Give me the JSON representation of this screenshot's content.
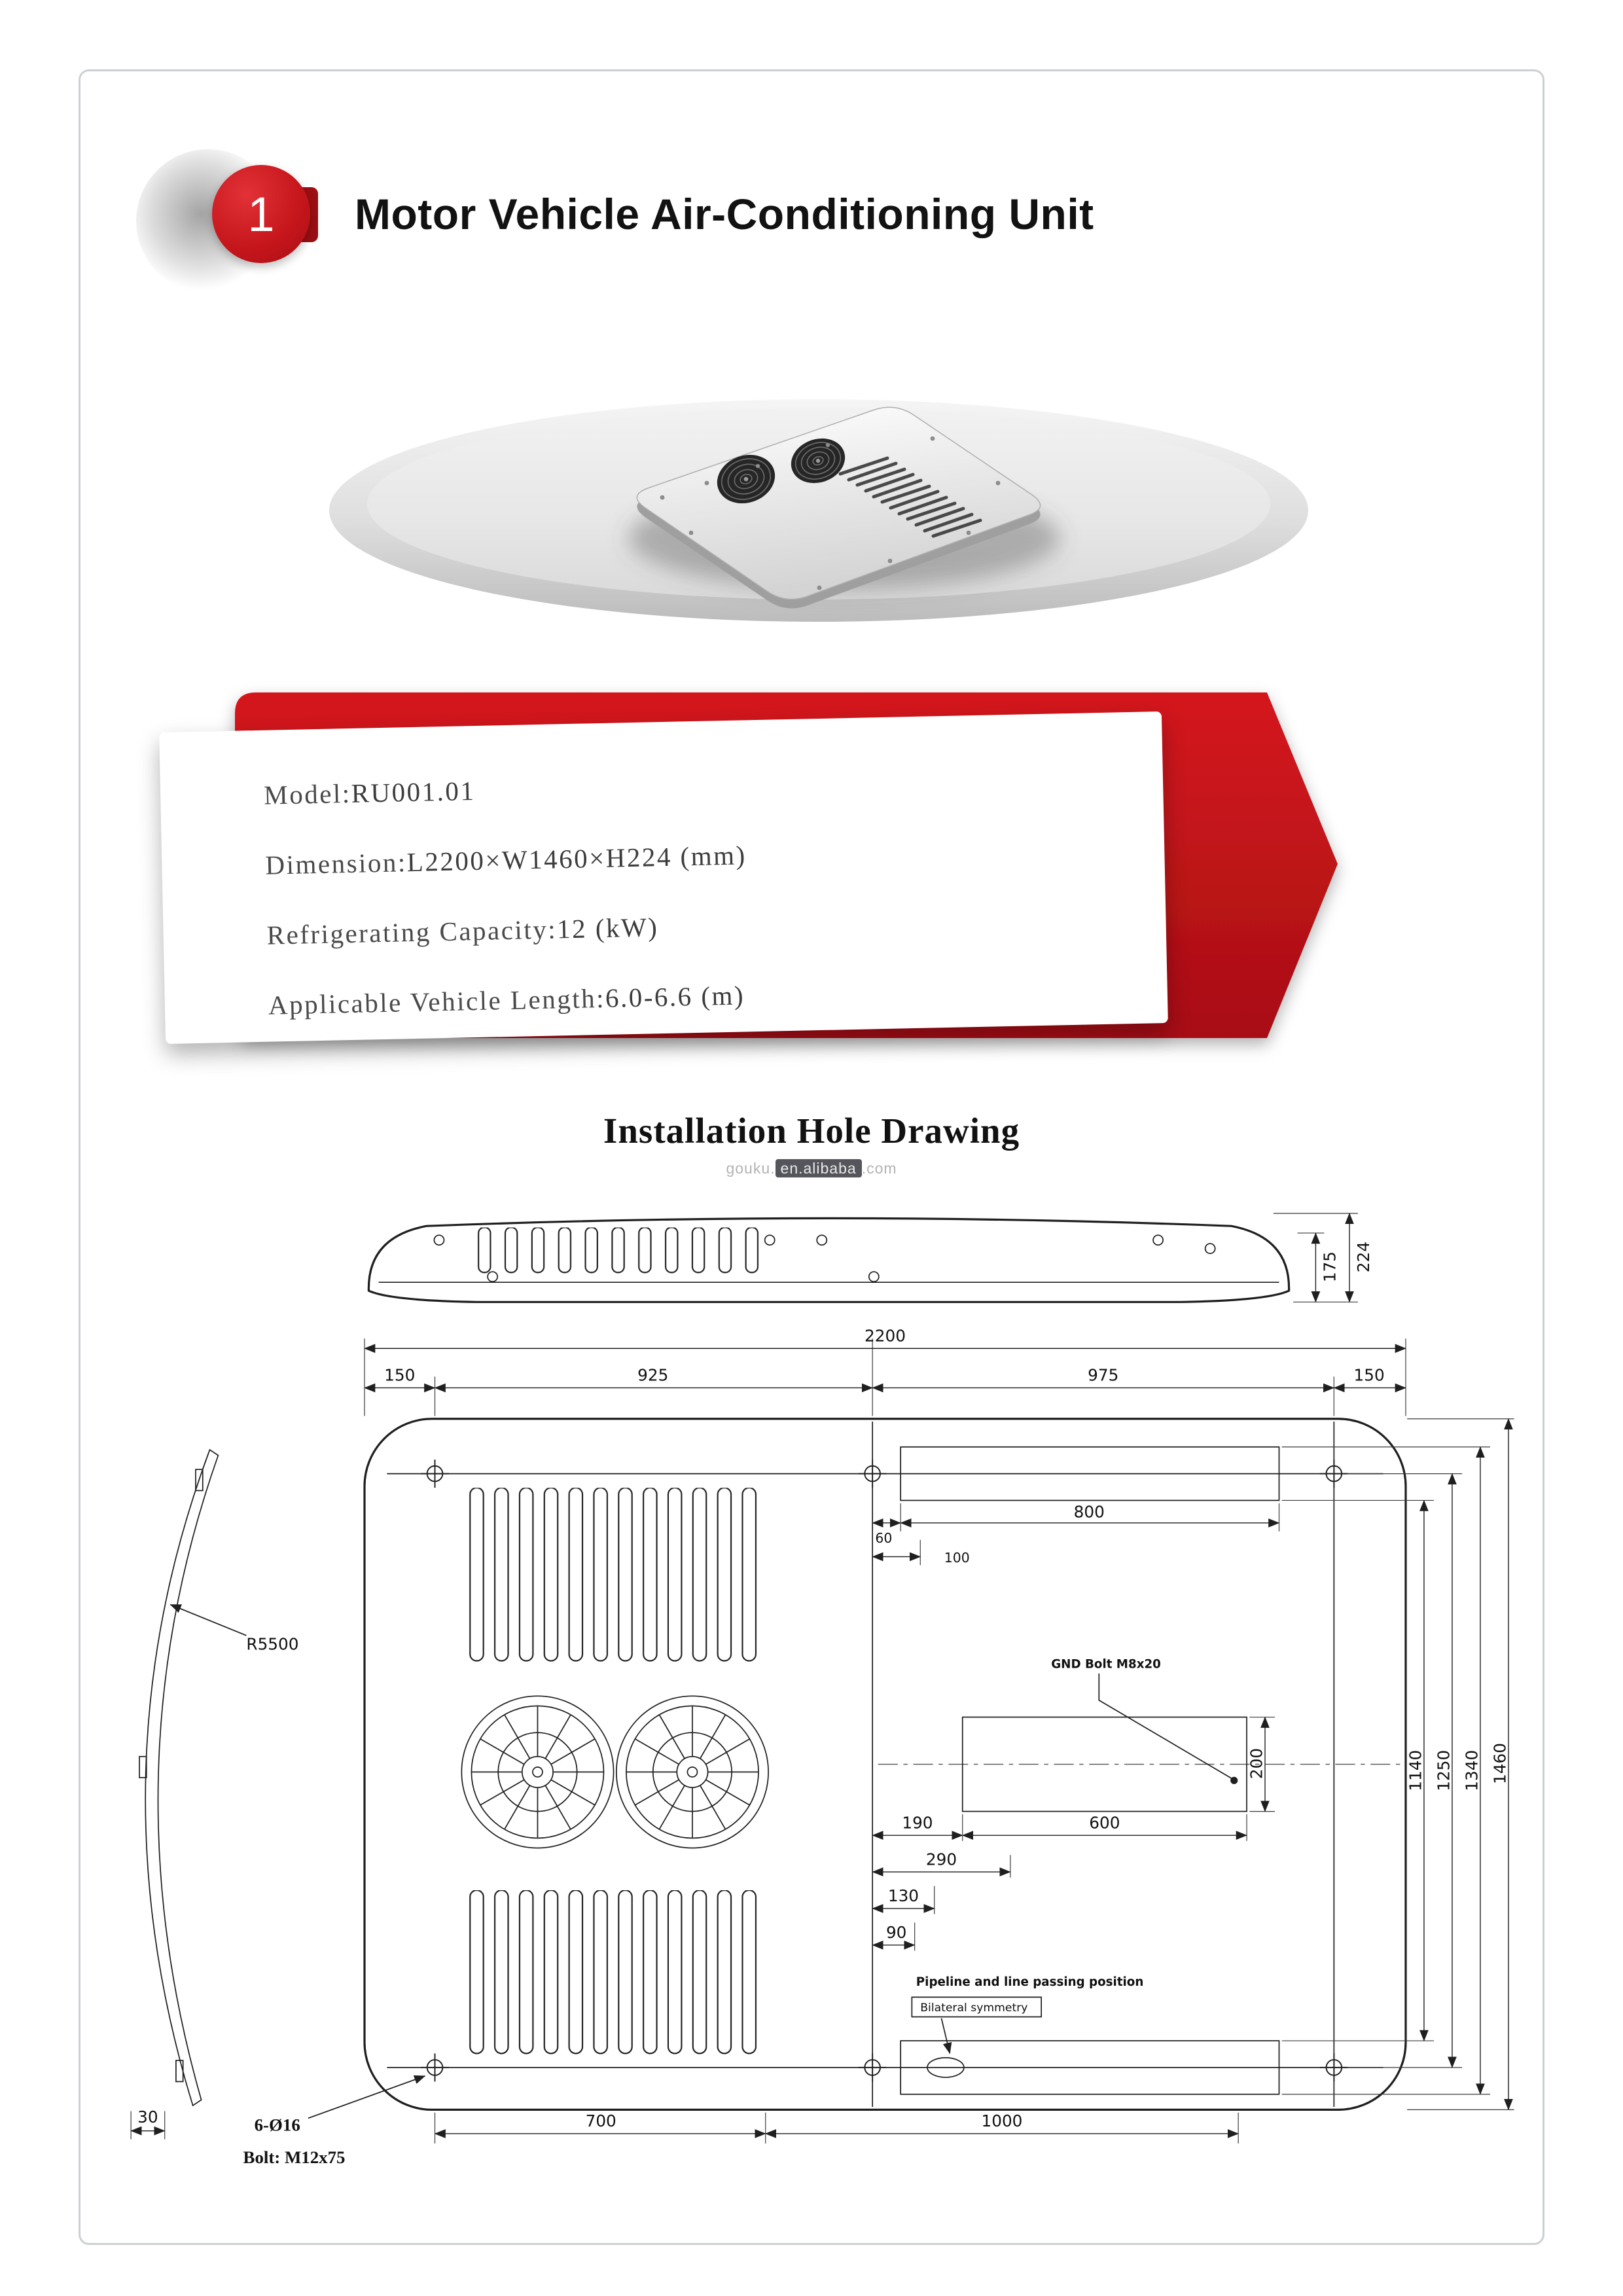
{
  "page": {
    "badge_number": "1",
    "title": "Motor Vehicle Air-Conditioning Unit"
  },
  "specs": {
    "separator": ":",
    "rows": [
      {
        "label": "Model",
        "value": "RU001.01"
      },
      {
        "label": "Dimension",
        "value": "L2200×W1460×H224 (mm)"
      },
      {
        "label": "Refrigerating Capacity",
        "value": "12 (kW)"
      },
      {
        "label": "Applicable Vehicle Length",
        "value": "6.0-6.6 (m)"
      }
    ]
  },
  "drawing": {
    "title": "Installation Hole Drawing",
    "watermark": {
      "prefix": "gouku.",
      "badge": "en.alibaba",
      "suffix": ".com"
    },
    "side": {
      "dim_175": "175",
      "dim_224": "224"
    },
    "profile": {
      "radius": "R5500",
      "dim_30": "30"
    },
    "plan": {
      "dim_2200": "2200",
      "dim_150_left": "150",
      "dim_925": "925",
      "dim_975": "975",
      "dim_150_right": "150",
      "dim_60": "60",
      "dim_800": "800",
      "dim_100": "100",
      "dim_190": "190",
      "dim_600": "600",
      "dim_290": "290",
      "dim_130": "130",
      "dim_90": "90",
      "dim_200": "200",
      "dim_1140": "1140",
      "dim_1250": "1250",
      "dim_1340": "1340",
      "dim_1460": "1460",
      "dim_700": "700",
      "dim_1000": "1000",
      "gnd_bolt": "GND Bolt M8x20",
      "pipeline_note_1": "Pipeline and line passing position",
      "pipeline_note_2": "Bilateral symmetry",
      "hole_callout": "6-Ø16",
      "bolt_callout": "Bolt: M12x75"
    }
  },
  "colors": {
    "accent_red": "#c4151b",
    "accent_red_dark": "#9c0f13",
    "line": "#1f1f1f"
  }
}
